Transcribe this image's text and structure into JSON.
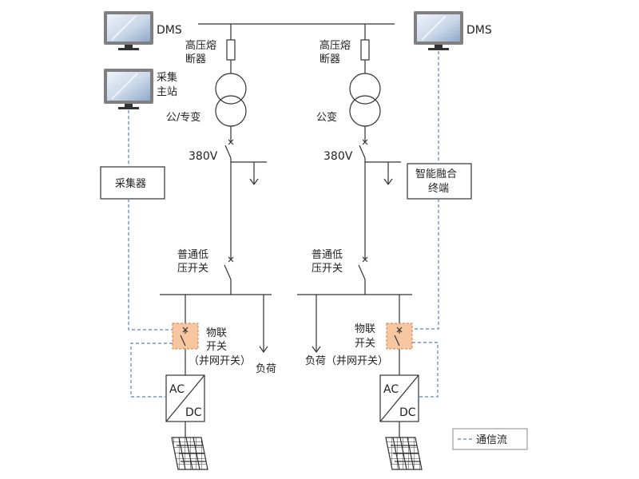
{
  "labels": {
    "dms_left": "DMS",
    "dms_right": "DMS",
    "master_station": [
      "采集",
      "主站"
    ],
    "collector": "采集器",
    "smart_terminal": [
      "智能融合",
      "终端"
    ],
    "hv_fuse_left": [
      "高压熔",
      "断器"
    ],
    "hv_fuse_right": [
      "高压熔",
      "断器"
    ],
    "transformer_left": "公/专变",
    "transformer_right": "公变",
    "voltage_left": "380V",
    "voltage_right": "380V",
    "lv_switch_left": [
      "普通低",
      "压开关"
    ],
    "lv_switch_right": [
      "普通低",
      "压开关"
    ],
    "iot_switch_left": [
      "物联",
      "开关",
      "（并网开关）"
    ],
    "iot_switch_right": [
      "物联",
      "开关",
      "（并网开关）"
    ],
    "load_left": "负荷",
    "load_right": "负荷",
    "inverter_left": [
      "AC",
      "DC"
    ],
    "inverter_right": [
      "AC",
      "DC"
    ],
    "legend": "通信流"
  },
  "colors": {
    "line": "#333333",
    "comm": "#5b7fc4",
    "switch_fill": "#f5c6a0",
    "switch_border": "#d08040",
    "monitor_frame": "#808080",
    "monitor_screen_top": "#d9e3ef",
    "monitor_screen_bottom": "#8fa9c8"
  }
}
